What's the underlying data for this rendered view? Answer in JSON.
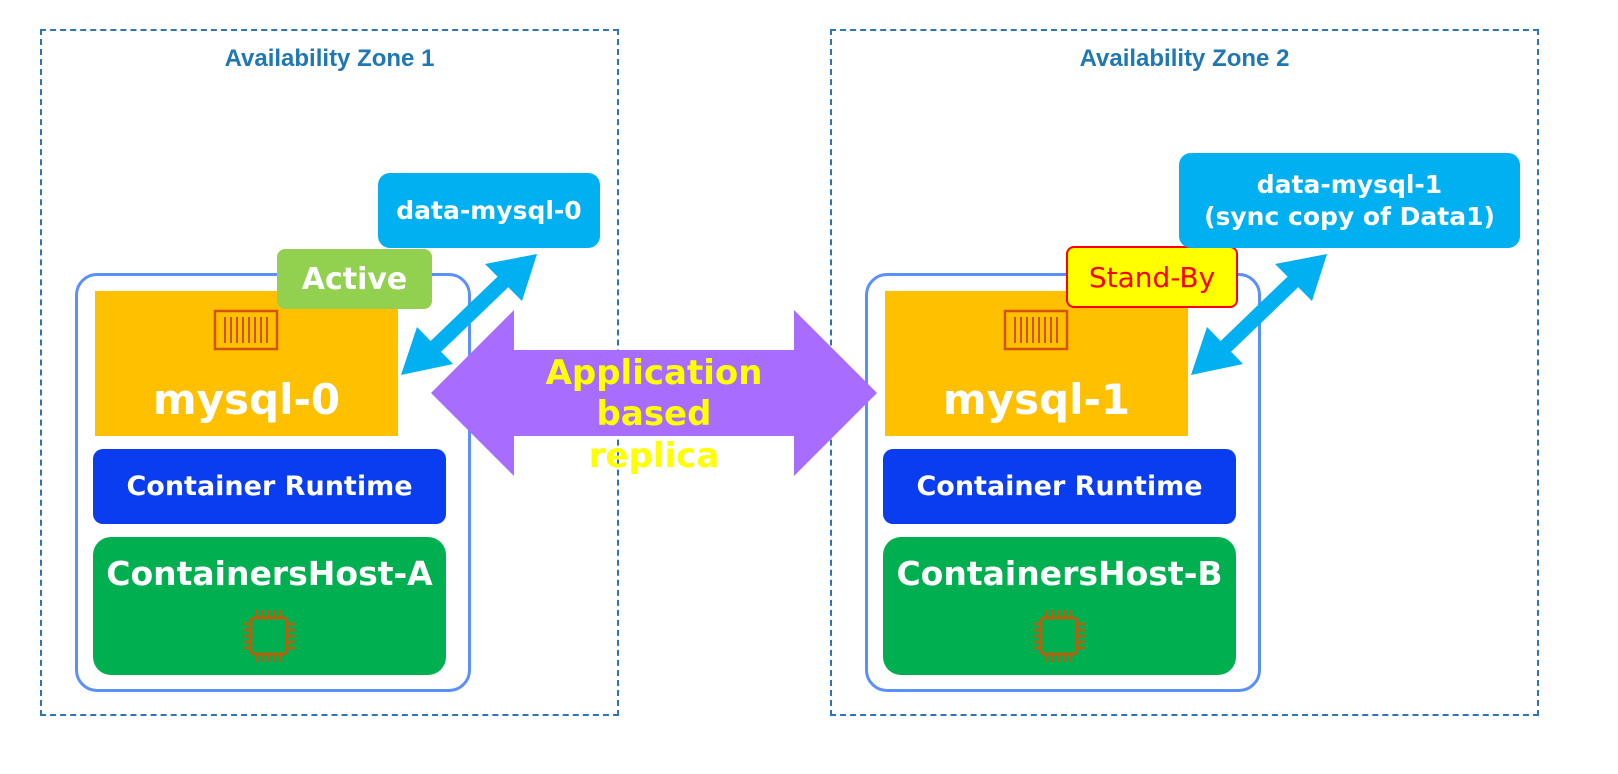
{
  "zones": [
    {
      "title": "Availability Zone 1",
      "pod": "mysql-0",
      "runtime": "Container Runtime",
      "host": "ContainersHost-A",
      "volume": [
        "data-mysql-0"
      ],
      "state": "Active"
    },
    {
      "title": "Availability Zone 2",
      "pod": "mysql-1",
      "runtime": "Container Runtime",
      "host": "ContainersHost-B",
      "volume": [
        "data-mysql-1",
        "(sync copy of Data1)"
      ],
      "state": "Stand-By"
    }
  ],
  "replication": {
    "line1": "Application based",
    "line2": "replica"
  },
  "colors": {
    "zone_border": "#2e75b6",
    "zone_title": "#1f78b4",
    "node_border": "#5b8ff9",
    "pod": "#ffc000",
    "runtime": "#0a3cf0",
    "host": "#00b050",
    "volume": "#00b0f0",
    "active": "#92d050",
    "standby_fill": "#ffff00",
    "standby_text": "#ff0000",
    "replica_arrow": "#a86cff",
    "replica_text": "#ffff00",
    "icon": "#d35400"
  },
  "icons": [
    "container-icon",
    "chip-icon",
    "double-arrow"
  ]
}
